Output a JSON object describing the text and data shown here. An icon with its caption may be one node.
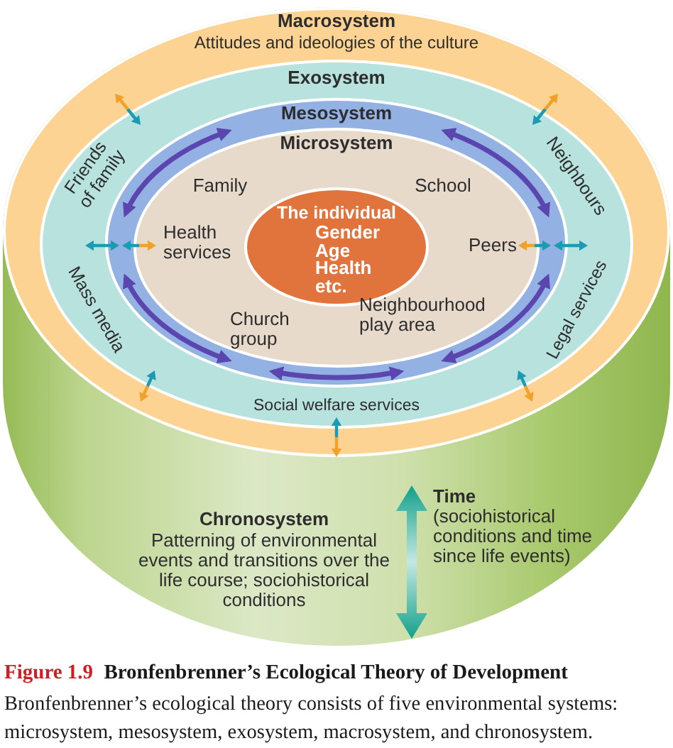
{
  "diagram": {
    "title": "Figure 1.9 Bronfenbrenner’s Ecological Theory of Development",
    "caption": "Bronfenbrenner’s ecological theory consists of five environmental systems: microsystem, mesosystem, exosystem, macrosystem, and chronosystem.",
    "nodes": [
      {
        "text": [
          "Chronosystem",
          "Patterning of environmental events and transitions over the life course; sociohistorical conditions",
          "Time",
          "(sociohistorical conditions and time since life events)"
        ]
      },
      {
        "text": [
          "Macrosystem",
          "Attitudes and ideologies of the culture"
        ],
        "in": 0
      },
      {
        "text": [
          "Exosystem",
          "Friends of family",
          "Neighbours",
          "Mass media",
          "Legal services",
          "Social welfare services"
        ],
        "in": 1
      },
      {
        "text": [
          "Mesosystem"
        ],
        "in": 2
      },
      {
        "text": [
          "Microsystem",
          "Family",
          "School",
          "Health services",
          "Peers",
          "Church group",
          "Neighbourhood play area"
        ],
        "in": 3
      },
      {
        "text": [
          "The individual",
          "Gender Age Health etc."
        ],
        "in": 4
      }
    ]
  }
}
